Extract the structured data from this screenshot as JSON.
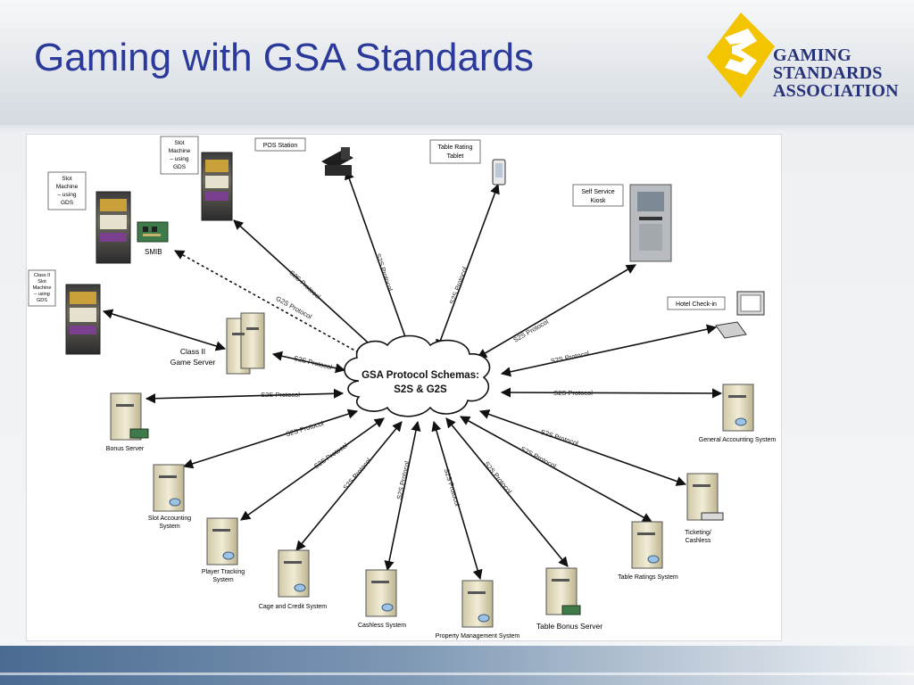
{
  "slide": {
    "title": "Gaming with GSA Standards"
  },
  "logo": {
    "lines": [
      "GAMING",
      "STANDARDS",
      "ASSOCIATION"
    ],
    "colors": {
      "yellow": "#f2c500",
      "navy": "#26327a"
    }
  },
  "diagram": {
    "hub": {
      "line1": "GSA Protocol Schemas:",
      "line2": "S2S & G2S"
    },
    "edge_labels": {
      "s2s": "S2S Protocol",
      "g2s": "G2S Protocol"
    },
    "nodes": {
      "slot_gds_top": [
        "Slot",
        "Machine",
        "– using",
        "GDS"
      ],
      "slot_gds_left": [
        "Slot",
        "Machine",
        "– using",
        "GDS"
      ],
      "class2_slot": [
        "Class II",
        "Slot",
        "Machine",
        "– using",
        "GDS"
      ],
      "smib": "SMIB",
      "pos_station": "POS Station",
      "table_rating_tablet": [
        "Table Rating",
        "Tablet"
      ],
      "self_service_kiosk": [
        "Self Service",
        "Kiosk"
      ],
      "hotel_checkin": "Hotel Check-in",
      "class2_game_server": [
        "Class II",
        "Game Server"
      ],
      "general_accounting": "General Accounting System",
      "bonus_server": "Bonus Server",
      "ticketing": [
        "Ticketing/",
        "Cashless"
      ],
      "slot_accounting": [
        "Slot Accounting",
        "System"
      ],
      "table_ratings": "Table Ratings System",
      "player_tracking": [
        "Player Tracking",
        "System"
      ],
      "cage_credit": "Cage and Credit System",
      "cashless": "Cashless System",
      "property_mgmt": "Property Management System",
      "table_bonus": "Table Bonus Server"
    }
  }
}
